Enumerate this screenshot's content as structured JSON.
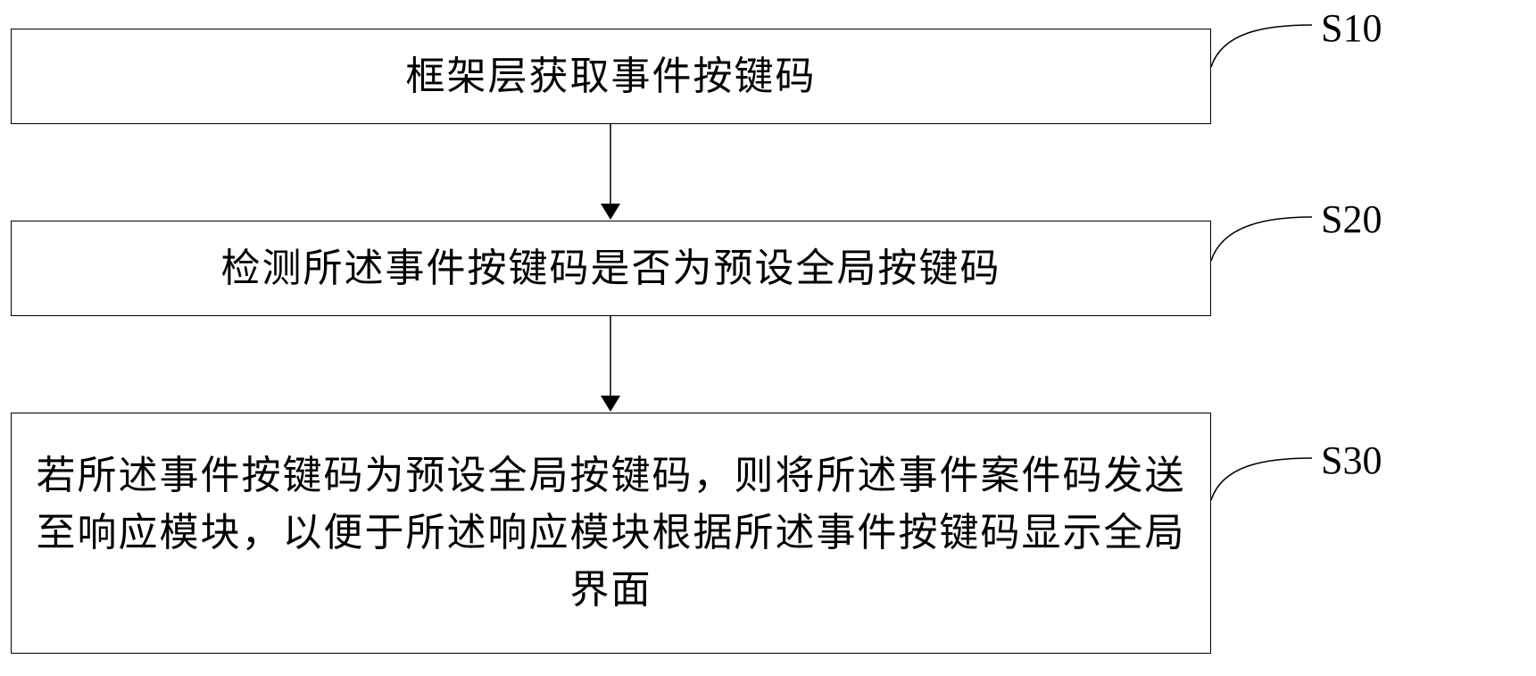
{
  "steps": [
    {
      "id": "S10",
      "text": "框架层获取事件按键码"
    },
    {
      "id": "S20",
      "text": "检测所述事件按键码是否为预设全局按键码"
    },
    {
      "id": "S30",
      "text": "若所述事件按键码为预设全局按键码，则将所述事件案件码发送至响应模块，以便于所述响应模块根据所述事件按键码显示全局界面"
    }
  ],
  "colors": {
    "line": "#000000",
    "background": "#ffffff"
  }
}
